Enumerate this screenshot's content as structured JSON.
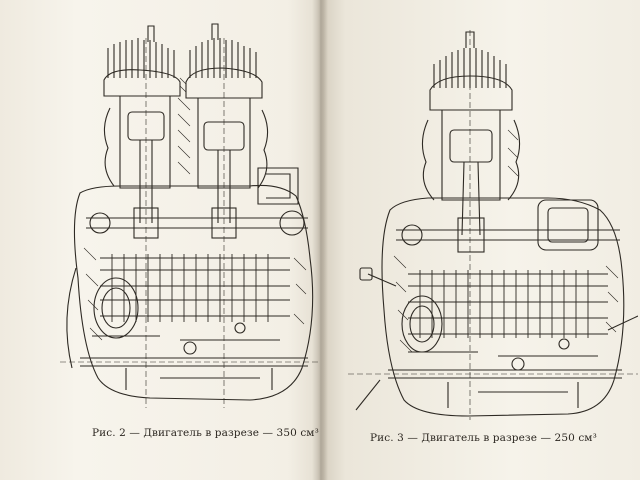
{
  "left_page": {
    "caption": "Рис. 2 — Двигатель в разрезе — 350 см³"
  },
  "right_page": {
    "caption": "Рис. 3 — Двигатель в разрезе — 250 см³"
  },
  "colors": {
    "paper": "#f4f0e7",
    "ink": "#2b2620"
  },
  "icons": {
    "left_figure": "engine-cross-section-twin-cylinder",
    "right_figure": "engine-cross-section-single-cylinder"
  }
}
